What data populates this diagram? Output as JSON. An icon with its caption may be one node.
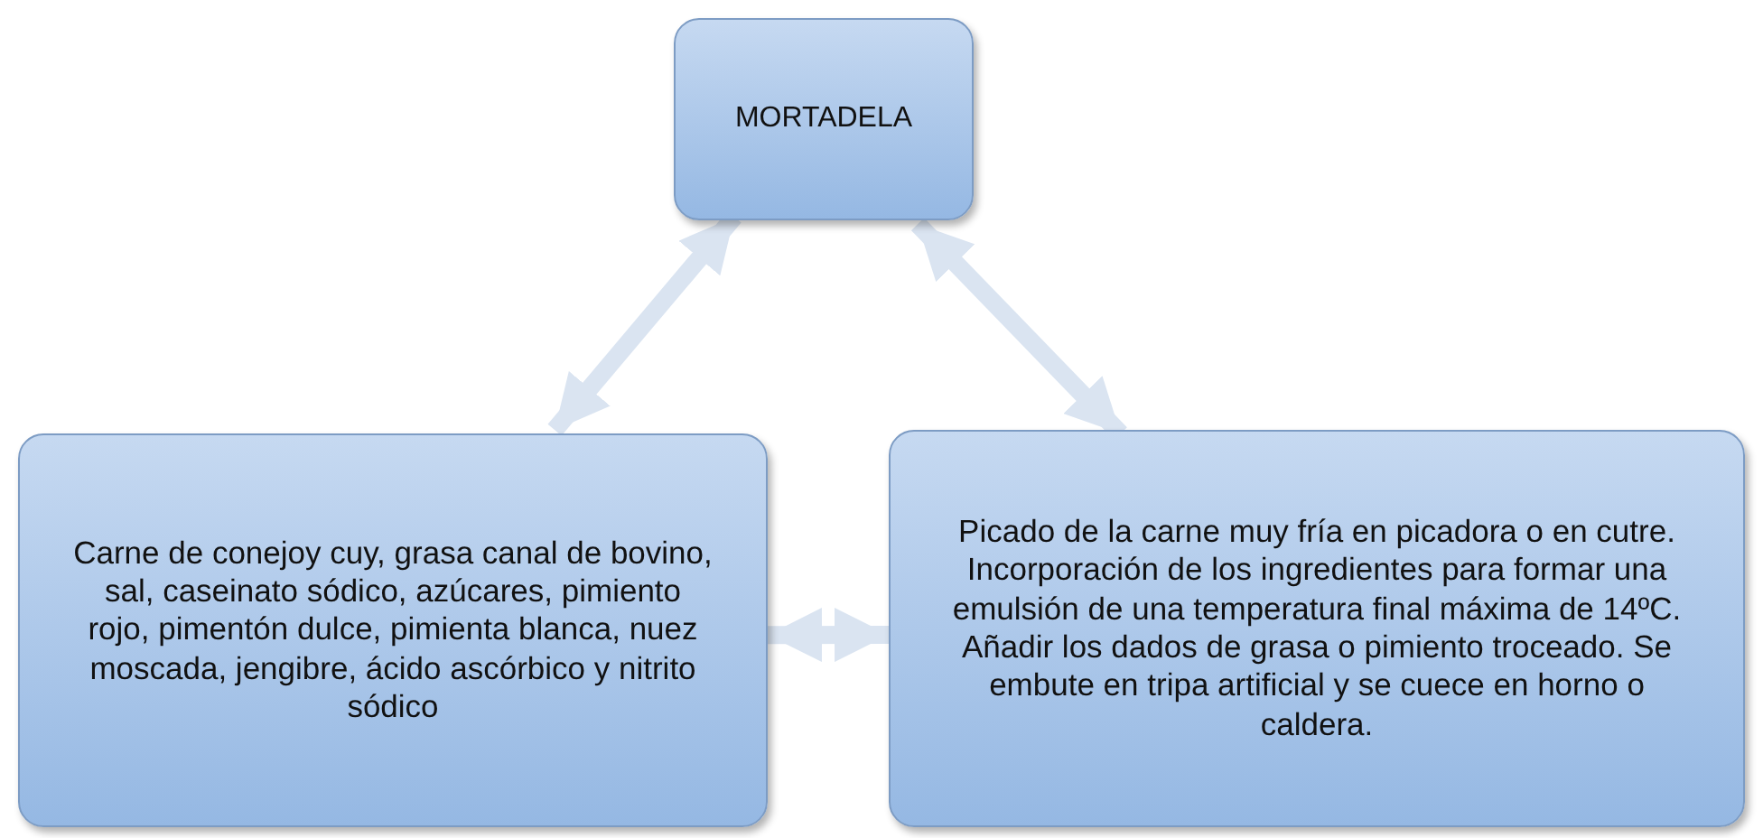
{
  "diagram": {
    "nodes": [
      {
        "text": [
          "MORTADELA"
        ]
      },
      {
        "text": [
          "Carne de conejoy cuy, grasa canal de bovino, sal, caseinato sódico, azúcares, pimiento rojo, pimentón dulce, pimienta blanca, nuez moscada, jengibre, ácido ascórbico y nitrito sódico"
        ]
      },
      {
        "text": [
          "Picado de la carne muy fría en picadora o en cutre. Incorporación de los ingredientes para formar una emulsión de una temperatura final máxima de 14ºC. Añadir los dados de grasa o pimiento troceado. Se embute en tripa artificial y se cuece en horno o caldera."
        ]
      }
    ],
    "edges": [
      {
        "from": 0,
        "to": 1,
        "arrow": "both"
      },
      {
        "from": 0,
        "to": 2,
        "arrow": "both"
      },
      {
        "from": 1,
        "to": 2,
        "arrow": "both"
      }
    ]
  }
}
